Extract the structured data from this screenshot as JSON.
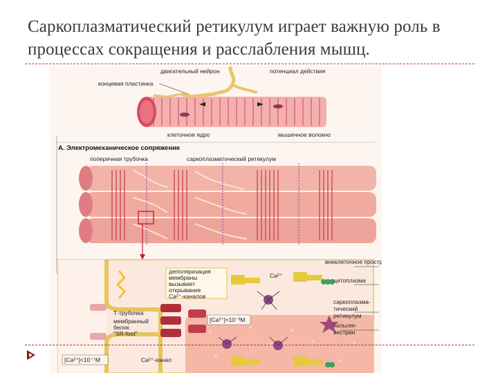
{
  "slide": {
    "title": "Саркоплазматический ретикулум играет важную роль в процессах сокращения и расслабления мышц."
  },
  "figure": {
    "top_labels": {
      "motor_neuron": "двигательный нейрон",
      "action_potential": "потенциал действия",
      "end_plate": "концевая пластинка",
      "cell_nucleus": "клеточное ядро",
      "muscle_fiber": "мышечное волокно"
    },
    "section_title": "А. Электромеханическое сопряжение",
    "middle_labels": {
      "transverse_tubule": "поперечная трубочка",
      "sarcoplasmic_reticulum": "саркоплазматический ретикулум"
    },
    "detail_labels": {
      "extracellular": "внеклеточное пространство",
      "cytoplasm": "цитоплазма",
      "sr": [
        "саркоплазма-",
        "тический",
        "ретикулум"
      ],
      "calsequestrin": [
        "кальсек-",
        "вестрин"
      ],
      "depolarization": [
        "деполяризация",
        "мембраны",
        "вызывает",
        "открывание",
        "Ca²⁺-каналов"
      ],
      "t_tubule": "Т-трубочка",
      "membrane_protein": [
        "мембранный",
        "белок",
        "\"SR-foot\""
      ],
      "ca_conc_high": "[Ca²⁺]≈10⁻³М",
      "ca_conc_low": "[Ca²⁺]<10⁻⁷М",
      "ca_channel": "Ca²⁺-канал",
      "ca_ion": "Ca²⁺"
    }
  },
  "colors": {
    "title_text": "#3a3a3a",
    "divider": "#b03030",
    "muscle_red": "#d95a6a",
    "muscle_pink": "#f2b3b0",
    "sr_pink": "#f6c6b6",
    "nerve_yellow": "#f2d77a",
    "detail_border": "#e6c55a",
    "bullet": "#7a1a1a"
  }
}
